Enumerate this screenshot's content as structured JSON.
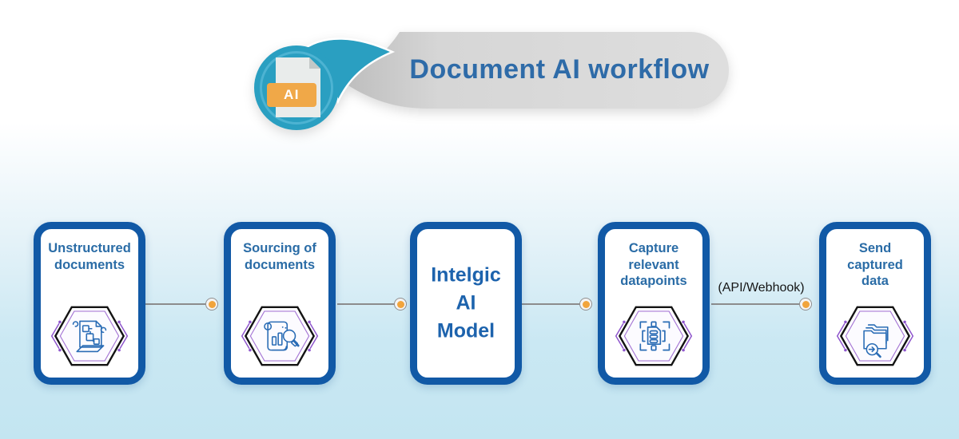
{
  "header": {
    "title": "Document AI workflow",
    "ai_badge": "AI"
  },
  "steps": [
    {
      "label": "Unstructured\ndocuments",
      "icon": "unstructured-documents-icon"
    },
    {
      "label": "Sourcing of\ndocuments",
      "icon": "sourcing-documents-icon"
    },
    {
      "label": "Intelgic\nAI\nModel",
      "icon": ""
    },
    {
      "label": "Capture\nrelevant\ndatapoints",
      "icon": "capture-datapoints-icon"
    },
    {
      "label": "Send\ncaptured\ndata",
      "icon": "send-captured-data-icon"
    }
  ],
  "connectors": {
    "api_webhook_label": "(API/Webhook)"
  },
  "colors": {
    "card_border_blue": "#1159a6",
    "label_blue": "#2a6ca6",
    "title_blue": "#2e6ba8",
    "accent_teal": "#2a9fc1",
    "badge_orange": "#f0a848",
    "dot_orange": "#f1a43c",
    "bubble_gray": "#d8d8d8",
    "hexagon_purple": "#8e55cc",
    "icon_line_blue": "#2a6cb5",
    "connector_gray": "#8c8c8c",
    "background_bottom": "#c3e5f1"
  }
}
